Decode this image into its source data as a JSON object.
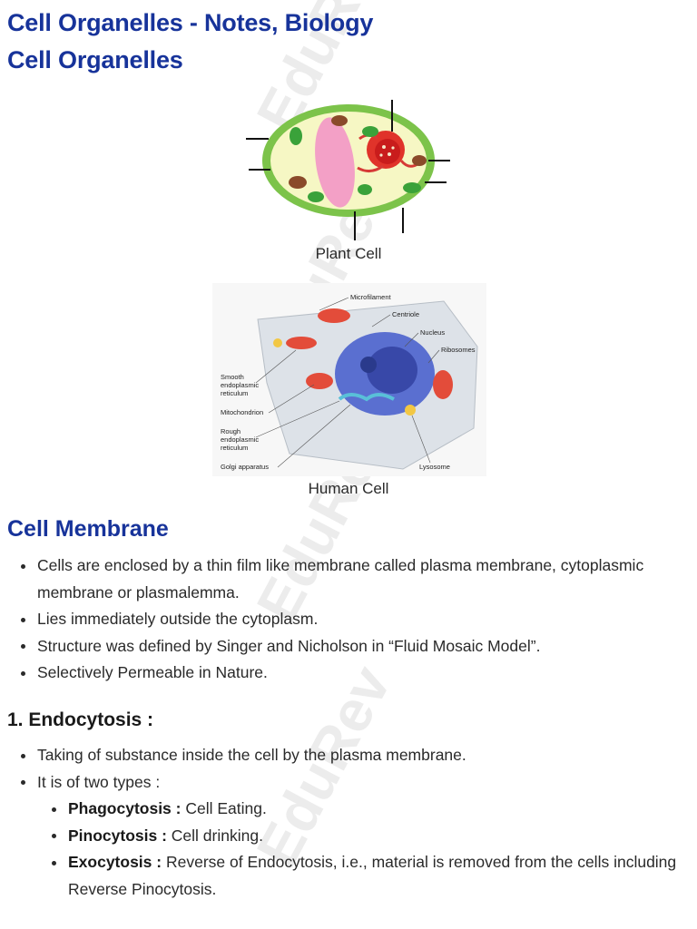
{
  "title": "Cell Organelles - Notes, Biology",
  "subtitle": "Cell Organelles",
  "watermark": "EduRev",
  "figures": {
    "plant": {
      "caption": "Plant Cell"
    },
    "human": {
      "caption": "Human Cell",
      "labels": {
        "microfilament": "Microfilament",
        "centriole": "Centriole",
        "nucleus": "Nucleus",
        "ribosomes": "Ribosomes",
        "smooth1": "Smooth",
        "smooth2": "endoplasmic",
        "smooth3": "reticulum",
        "mito": "Mitochondrion",
        "rough1": "Rough",
        "rough2": "endoplasmic",
        "rough3": "reticulum",
        "golgi": "Golgi apparatus",
        "lysosome": "Lysosome"
      }
    }
  },
  "cell_membrane": {
    "heading": "Cell Membrane",
    "bullets": [
      "Cells are enclosed by a thin film like membrane called plasma membrane, cytoplasmic membrane or plasmalemma.",
      "Lies immediately outside the cytoplasm.",
      "Structure was defined by Singer and Nicholson in “Fluid Mosaic Model”.",
      "Selectively Permeable in Nature."
    ]
  },
  "endocytosis": {
    "heading": "1. Endocytosis :",
    "bullets": [
      "Taking of substance inside the cell by the plasma membrane.",
      "It is of two types :"
    ],
    "types": [
      {
        "term": "Phagocytosis :",
        "desc": " Cell Eating."
      },
      {
        "term": "Pinocytosis :",
        "desc": " Cell drinking."
      },
      {
        "term": "Exocytosis :",
        "desc": " Reverse of Endocytosis, i.e., material is removed from the cells including Reverse Pinocytosis."
      }
    ]
  }
}
